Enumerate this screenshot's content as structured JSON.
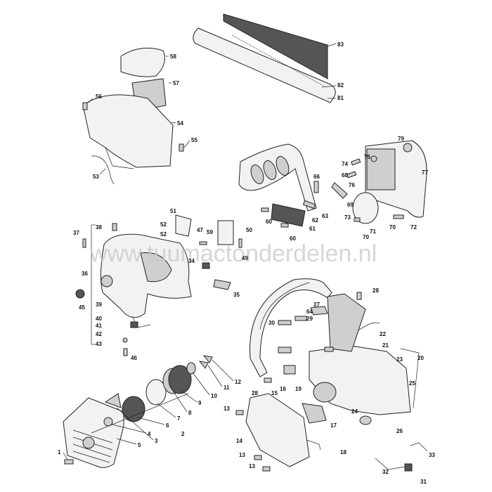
{
  "watermark": "www.tuumactonderdelen.nl",
  "callouts": [
    {
      "id": "1",
      "text": "1"
    },
    {
      "id": "2",
      "text": "2"
    },
    {
      "id": "3",
      "text": "3"
    },
    {
      "id": "4",
      "text": "4"
    },
    {
      "id": "5",
      "text": "5"
    },
    {
      "id": "6",
      "text": "6"
    },
    {
      "id": "7",
      "text": "7"
    },
    {
      "id": "8",
      "text": "8"
    },
    {
      "id": "9",
      "text": "9"
    },
    {
      "id": "10",
      "text": "10"
    },
    {
      "id": "11",
      "text": "11"
    },
    {
      "id": "12",
      "text": "12"
    },
    {
      "id": "13a",
      "text": "13"
    },
    {
      "id": "13b",
      "text": "13"
    },
    {
      "id": "13c",
      "text": "13"
    },
    {
      "id": "14",
      "text": "14"
    },
    {
      "id": "15",
      "text": "15"
    },
    {
      "id": "16",
      "text": "16"
    },
    {
      "id": "17",
      "text": "17"
    },
    {
      "id": "18",
      "text": "18"
    },
    {
      "id": "19",
      "text": "19"
    },
    {
      "id": "20",
      "text": "20"
    },
    {
      "id": "21",
      "text": "21"
    },
    {
      "id": "22",
      "text": "22"
    },
    {
      "id": "23",
      "text": "23"
    },
    {
      "id": "24",
      "text": "24"
    },
    {
      "id": "25",
      "text": "25"
    },
    {
      "id": "26",
      "text": "26"
    },
    {
      "id": "27",
      "text": "27"
    },
    {
      "id": "28a",
      "text": "28"
    },
    {
      "id": "28b",
      "text": "28"
    },
    {
      "id": "29",
      "text": "29"
    },
    {
      "id": "30",
      "text": "30"
    },
    {
      "id": "31",
      "text": "31"
    },
    {
      "id": "32",
      "text": "32"
    },
    {
      "id": "33",
      "text": "33"
    },
    {
      "id": "34",
      "text": "34"
    },
    {
      "id": "35",
      "text": "35"
    },
    {
      "id": "36",
      "text": "36"
    },
    {
      "id": "37",
      "text": "37"
    },
    {
      "id": "38",
      "text": "38"
    },
    {
      "id": "39",
      "text": "39"
    },
    {
      "id": "40",
      "text": "40"
    },
    {
      "id": "41",
      "text": "41"
    },
    {
      "id": "42",
      "text": "42"
    },
    {
      "id": "43",
      "text": "43"
    },
    {
      "id": "45",
      "text": "45"
    },
    {
      "id": "46",
      "text": "46"
    },
    {
      "id": "47",
      "text": "47"
    },
    {
      "id": "49",
      "text": "49"
    },
    {
      "id": "50",
      "text": "50"
    },
    {
      "id": "51",
      "text": "51"
    },
    {
      "id": "52a",
      "text": "52"
    },
    {
      "id": "52b",
      "text": "52"
    },
    {
      "id": "53",
      "text": "53"
    },
    {
      "id": "54",
      "text": "54"
    },
    {
      "id": "55",
      "text": "55"
    },
    {
      "id": "56",
      "text": "56"
    },
    {
      "id": "57",
      "text": "57"
    },
    {
      "id": "58",
      "text": "58"
    },
    {
      "id": "59",
      "text": "59"
    },
    {
      "id": "60a",
      "text": "60"
    },
    {
      "id": "60b",
      "text": "60"
    },
    {
      "id": "61",
      "text": "61"
    },
    {
      "id": "62",
      "text": "62"
    },
    {
      "id": "63",
      "text": "63"
    },
    {
      "id": "64",
      "text": "64"
    },
    {
      "id": "66",
      "text": "66"
    },
    {
      "id": "68",
      "text": "68"
    },
    {
      "id": "69",
      "text": "69"
    },
    {
      "id": "70a",
      "text": "70"
    },
    {
      "id": "70b",
      "text": "70"
    },
    {
      "id": "71",
      "text": "71"
    },
    {
      "id": "72",
      "text": "72"
    },
    {
      "id": "73",
      "text": "73"
    },
    {
      "id": "74",
      "text": "74"
    },
    {
      "id": "75",
      "text": "75"
    },
    {
      "id": "76",
      "text": "76"
    },
    {
      "id": "77",
      "text": "77"
    },
    {
      "id": "79",
      "text": "79"
    },
    {
      "id": "81",
      "text": "81"
    },
    {
      "id": "82",
      "text": "82"
    },
    {
      "id": "83",
      "text": "83"
    }
  ]
}
